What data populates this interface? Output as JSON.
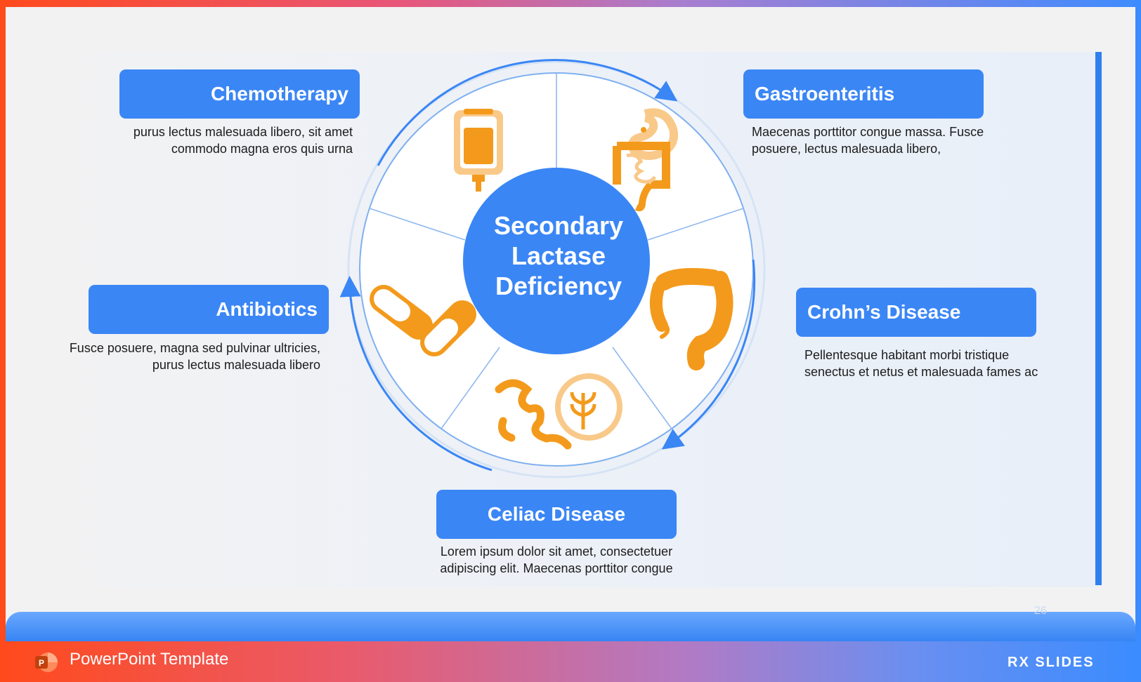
{
  "center": {
    "line1": "Secondary",
    "line2": "Lactase",
    "line3": "Deficiency"
  },
  "items": [
    {
      "title": "Chemotherapy",
      "desc1": "purus lectus malesuada libero, sit amet",
      "desc2": "commodo magna eros quis urna",
      "icon": "iv-bag-icon"
    },
    {
      "title": "Gastroenteritis",
      "desc1": "Maecenas porttitor congue massa. Fusce",
      "desc2": "posuere, lectus malesuada libero,",
      "icon": "digestive-system-icon"
    },
    {
      "title": "Crohn’s Disease",
      "desc1": "Pellentesque habitant morbi tristique",
      "desc2": "senectus et netus et malesuada fames ac",
      "icon": "colon-icon"
    },
    {
      "title": "Celiac Disease",
      "desc1": "Lorem ipsum dolor sit amet, consectetuer",
      "desc2": "adipiscing elit. Maecenas porttitor congue",
      "icon": "gluten-intestine-icon"
    },
    {
      "title": "Antibiotics",
      "desc1": "Fusce posuere, magna sed pulvinar ultricies,",
      "desc2": "purus lectus malesuada libero",
      "icon": "capsules-icon"
    }
  ],
  "footer": {
    "label": "PowerPoint Template",
    "page_number": "26",
    "brand": "RX SLIDES"
  },
  "colors": {
    "accent_blue": "#3a86f5",
    "icon_orange": "#f39a1c",
    "icon_light": "#f9c98a"
  }
}
